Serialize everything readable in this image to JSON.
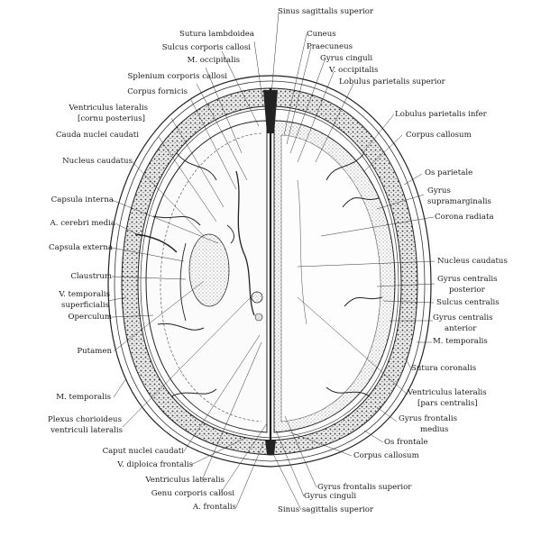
{
  "figure": {
    "labels": {
      "sinus_sagittalis_superior_top": "Sinus sagittalis superior",
      "sutura_lambdoidea": "Sutura lambdoidea",
      "cuneus": "Cuneus",
      "sulcus_corporis_callosi": "Sulcus corporis callosi",
      "praecuneus": "Praecuneus",
      "m_occipitalis": "M. occipitalis",
      "gyrus_cinguli_top": "Gyrus cinguli",
      "v_occipitalis": "V. occipitalis",
      "splenium_corporis_callosi": "Splenium corporis callosi",
      "lobulus_parietalis_superior": "Lobulus parietalis superior",
      "corpus_fornicis": "Corpus fornicis",
      "ventriculus_lateralis_cornu_posterius_1": "Ventriculus lateralis",
      "ventriculus_lateralis_cornu_posterius_2": "[cornu posterius]",
      "lobulus_parietalis_infer": "Lobulus parietalis infer",
      "cauda_nuclei_caudati": "Cauda nuclei caudati",
      "corpus_callosum_top": "Corpus callosum",
      "nucleus_caudatus_left": "Nucleus caudatus",
      "os_parietale": "Os parietale",
      "gyrus_supramarginalis_1": "Gyrus",
      "gyrus_supramarginalis_2": "supramarginalis",
      "capsula_interna": "Capsula interna",
      "corona_radiata": "Corona radiata",
      "a_cerebri_media": "A. cerebri media",
      "capsula_externa": "Capsula externa",
      "nucleus_caudatus_right": "Nucleus caudatus",
      "gyrus_centralis_posterior_1": "Gyrus centralis",
      "gyrus_centralis_posterior_2": "posterior",
      "claustrum": "Claustrum",
      "sulcus_centralis": "Sulcus centralis",
      "v_temporalis_superficialis_1": "V. temporalis",
      "v_temporalis_superficialis_2": "superficialis",
      "gyrus_centralis_anterior_1": "Gyrus centralis",
      "gyrus_centralis_anterior_2": "anterior",
      "operculum": "Operculum",
      "m_temporalis_right": "M. temporalis",
      "putamen": "Putamen",
      "sutura_coronalis": "Sutura coronalis",
      "m_temporalis_left": "M. temporalis",
      "ventriculus_lateralis_pars_centralis_1": "Ventriculus lateralis",
      "ventriculus_lateralis_pars_centralis_2": "[pars centralis]",
      "plexus_chorioideus_1": "Plexus chorioideus",
      "plexus_chorioideus_2": "ventriculi lateralis",
      "gyrus_frontalis_medius_1": "Gyrus frontalis",
      "gyrus_frontalis_medius_2": "medius",
      "os_frontale": "Os frontale",
      "caput_nuclei_caudati": "Caput nuclei caudati",
      "corpus_callosum_bottom": "Corpus callosum",
      "v_diploica_frontalis": "V. diploica frontalis",
      "ventriculus_lateralis_bottom": "Ventriculus lateralis",
      "gyrus_frontalis_superior": "Gyrus frontalis superior",
      "genu_corporis_callosi": "Genu corporis callosi",
      "gyrus_cinguli_bottom": "Gyrus cinguli",
      "a_frontalis": "A. frontalis",
      "sinus_sagittalis_superior_bottom": "Sinus sagittalis superior"
    }
  }
}
